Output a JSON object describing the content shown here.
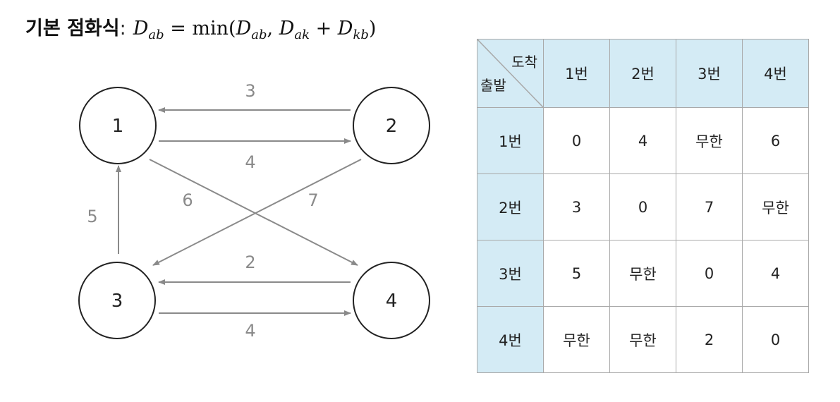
{
  "formula": {
    "label": "기본 점화식",
    "colon": ":",
    "lhs": "D",
    "lhs_sub": "ab",
    "eq": " = min(",
    "arg1": "D",
    "arg1_sub": "ab",
    "comma": ", ",
    "arg2": "D",
    "arg2_sub": "ak",
    "plus": " + ",
    "arg3": "D",
    "arg3_sub": "kb",
    "close": ")"
  },
  "graph": {
    "nodes": [
      {
        "id": "1",
        "label": "1"
      },
      {
        "id": "2",
        "label": "2"
      },
      {
        "id": "3",
        "label": "3"
      },
      {
        "id": "4",
        "label": "4"
      }
    ],
    "edges": [
      {
        "from": "2",
        "to": "1",
        "weight": "3"
      },
      {
        "from": "1",
        "to": "2",
        "weight": "4"
      },
      {
        "from": "1",
        "to": "4",
        "weight": "6"
      },
      {
        "from": "2",
        "to": "3",
        "weight": "7"
      },
      {
        "from": "3",
        "to": "1",
        "weight": "5"
      },
      {
        "from": "4",
        "to": "3",
        "weight": "2"
      },
      {
        "from": "3",
        "to": "4",
        "weight": "4"
      }
    ],
    "colors": {
      "node_stroke": "#222222",
      "edge": "#8a8a8a",
      "weight_text": "#8a8a8a"
    }
  },
  "table": {
    "corner_to": "도착",
    "corner_from": "출발",
    "columns": [
      "1번",
      "2번",
      "3번",
      "4번"
    ],
    "rows": [
      {
        "label": "1번",
        "cells": [
          "0",
          "4",
          "무한",
          "6"
        ]
      },
      {
        "label": "2번",
        "cells": [
          "3",
          "0",
          "7",
          "무한"
        ]
      },
      {
        "label": "3번",
        "cells": [
          "5",
          "무한",
          "0",
          "4"
        ]
      },
      {
        "label": "4번",
        "cells": [
          "무한",
          "무한",
          "2",
          "0"
        ]
      }
    ],
    "colors": {
      "header_bg": "#d4ebf5",
      "border": "#a9a9a9"
    }
  }
}
